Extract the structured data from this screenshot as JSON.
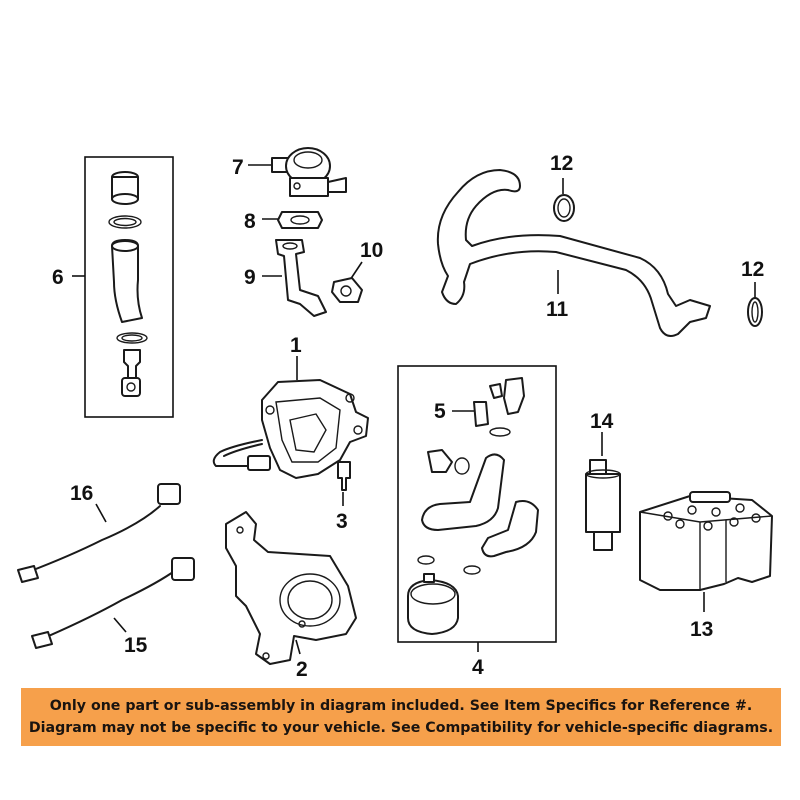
{
  "callouts": [
    "1",
    "2",
    "3",
    "4",
    "5",
    "6",
    "7",
    "8",
    "9",
    "10",
    "11",
    "12",
    "12",
    "13",
    "14",
    "15",
    "16"
  ],
  "disclaimer": {
    "line1": "Only one part or sub-assembly in diagram included. See Item Specifics for Reference #.",
    "line2": "Diagram may not be specific to your vehicle. See Compatibility for vehicle-specific diagrams."
  },
  "colors": {
    "banner": "#f6a04b",
    "line": "#1a1a1a",
    "background": "#ffffff"
  }
}
